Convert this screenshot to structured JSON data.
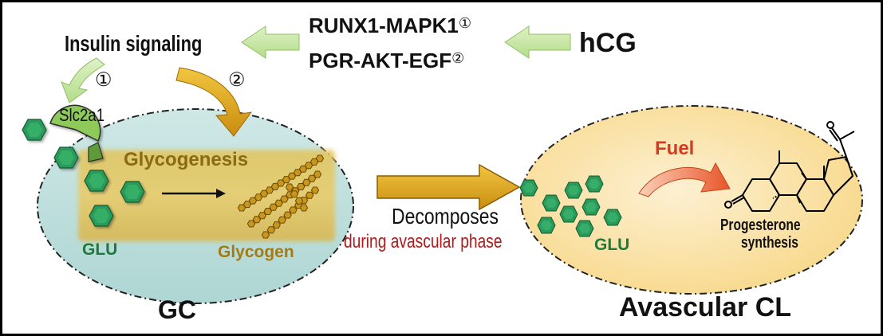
{
  "top_pathway": {
    "insulin_signaling": "Insulin signaling",
    "runx1_mapk1": "RUNX1-MAPK1",
    "runx1_mapk1_marker": "①",
    "pgr_akt_egf": "PGR-AKT-EGF",
    "pgr_akt_egf_marker": "②",
    "hcg": "hCG",
    "route_1_marker": "①",
    "route_2_marker": "②"
  },
  "gc_cell": {
    "transporter": "Slc2a1",
    "process": "Glycogenesis",
    "glucose": "GLU",
    "glycogen": "Glycogen",
    "title": "GC"
  },
  "transition": {
    "action": "Decomposes",
    "phase": "during avascular phase"
  },
  "cl_cell": {
    "glucose": "GLU",
    "fuel": "Fuel",
    "product_line1": "Progesterone",
    "product_line2": "synthesis",
    "title": "Avascular CL"
  },
  "colors": {
    "gc_fill": "#bfe0de",
    "cl_fill": "#fbe2a8",
    "glucose_hexagon": "#1e8a4e",
    "glucose_label": "#1e7a3c",
    "glycogen_label": "#a57a12",
    "phase_label": "#b01a1a",
    "fuel_label": "#d63a1e",
    "green_arrow": "#c9e8a8",
    "gold_arrow": "#d9a21a"
  }
}
